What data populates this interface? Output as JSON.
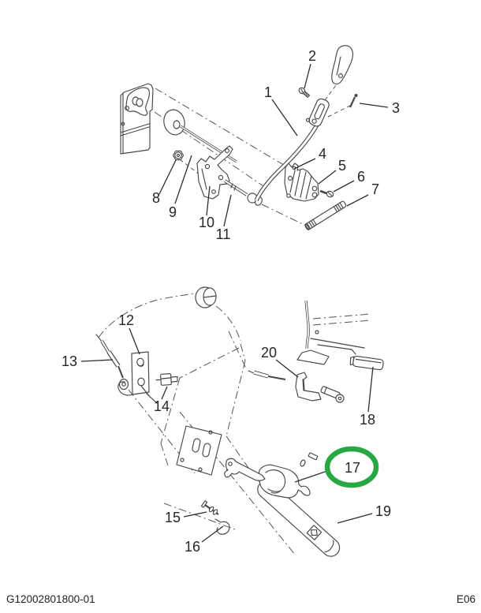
{
  "document": {
    "footer_left": "G12002801800-01",
    "footer_right": "E06"
  },
  "highlight": {
    "callout": "17",
    "color": "#27a843"
  },
  "callouts": {
    "n1": "1",
    "n2": "2",
    "n3": "3",
    "n4": "4",
    "n5": "5",
    "n6": "6",
    "n7": "7",
    "n8": "8",
    "n9": "9",
    "n10": "10",
    "n11": "11",
    "n12": "12",
    "n13": "13",
    "n14": "14",
    "n15": "15",
    "n16": "16",
    "n17": "17",
    "n18": "18",
    "n19": "19",
    "n20": "20"
  }
}
